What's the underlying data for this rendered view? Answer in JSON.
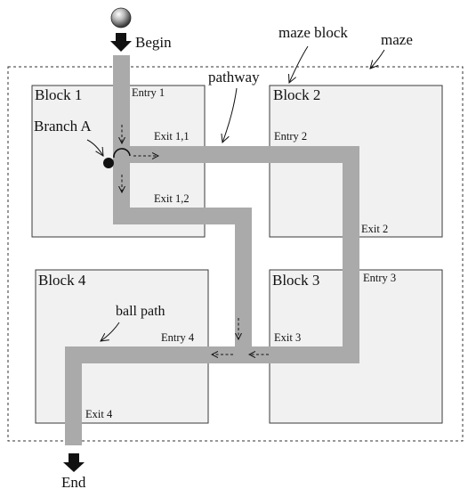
{
  "labels": {
    "begin": "Begin",
    "end": "End",
    "maze": "maze",
    "maze_block": "maze block",
    "pathway": "pathway",
    "branch": "Branch A",
    "ball_path": "ball path"
  },
  "blocks": [
    {
      "name": "Block 1",
      "entry": "Entry 1",
      "exit": "Exit 1,1",
      "exit2": "Exit 1,2"
    },
    {
      "name": "Block 2",
      "entry": "Entry 2",
      "exit": "Exit 2"
    },
    {
      "name": "Block 3",
      "entry": "Entry 3",
      "exit": "Exit 3"
    },
    {
      "name": "Block 4",
      "entry": "Entry 4",
      "exit": "Exit 4"
    }
  ],
  "colors": {
    "block_fill": "#f1f1f1",
    "block_stroke": "#3a3a3a",
    "pathway": "#aaaaaa",
    "ink": "#111111"
  }
}
